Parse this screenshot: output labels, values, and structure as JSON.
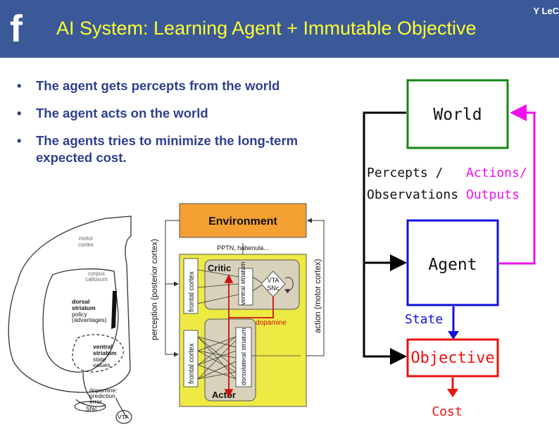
{
  "header": {
    "logo_letter": "f",
    "title": "AI System: Learning Agent + Immutable Objective",
    "author": "Y LeC"
  },
  "bullets": [
    {
      "marker": "•",
      "text": "The agent gets percepts from the world"
    },
    {
      "marker": "•",
      "text": "The agent acts on the world"
    },
    {
      "marker": "•",
      "text": "The agents tries to minimize the long-term expected cost."
    }
  ],
  "brain": {
    "motor_cortex": [
      "motor",
      "cortex"
    ],
    "corpus_callosum": [
      "corpus",
      "callosum"
    ],
    "dorsal_striatum": [
      "dorsal",
      "striatum"
    ],
    "policy": [
      "policy",
      "(advantages)"
    ],
    "ventral_striatum": [
      "ventral",
      "striatum"
    ],
    "state_values": [
      "state",
      "values"
    ],
    "dopamine": [
      "dopamine:",
      "prediction",
      "error"
    ],
    "snc": "SNc",
    "vta": "VTA"
  },
  "actor_critic": {
    "environment": "Environment",
    "pptn": "PPTN, habenula...",
    "perception": "perception (posterior cortex)",
    "action": "action (motor cortex)",
    "critic": "Critic",
    "actor": "Actor",
    "frontal_cortex": "frontal cortex",
    "ventral_striatum": "ventral striatum",
    "dorsolateral_striatum": "dorsolateral striatum",
    "vta": "VTA",
    "snc": "SNc",
    "dopamine": "dopamine"
  },
  "loop": {
    "world": "World",
    "agent": "Agent",
    "objective": "Objective",
    "percepts": [
      "Percepts /",
      "Observations"
    ],
    "actions": [
      "Actions/",
      "Outputs"
    ],
    "state": "State",
    "cost": "Cost",
    "colors": {
      "world": "#118811",
      "agent": "#1111dd",
      "objective": "#ee1111",
      "actions": "#ee11ee",
      "state": "#1111dd"
    }
  }
}
